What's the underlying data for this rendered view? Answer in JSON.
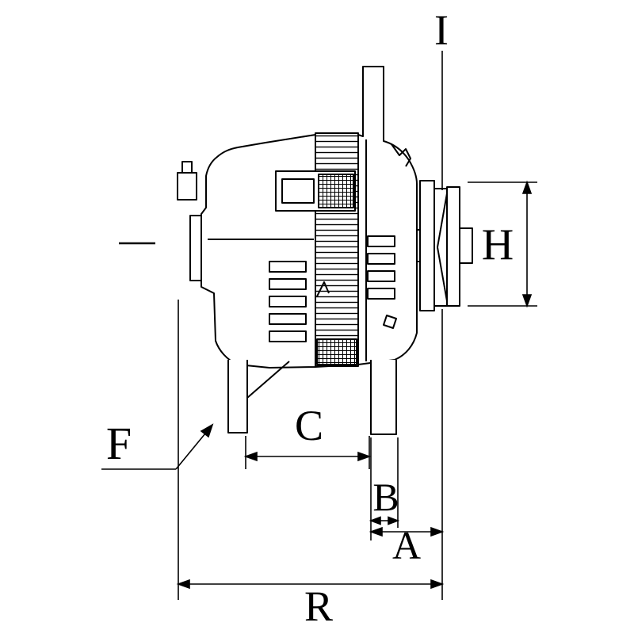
{
  "page": {
    "background_color": "#ffffff",
    "line_color": "#000000"
  },
  "diagram": {
    "type": "technical-dimension-drawing",
    "subject": "alternator-side-view",
    "labels": {
      "i": "I",
      "h": "H",
      "f": "F",
      "c": "C",
      "b": "B",
      "a": "A",
      "r": "R"
    }
  }
}
